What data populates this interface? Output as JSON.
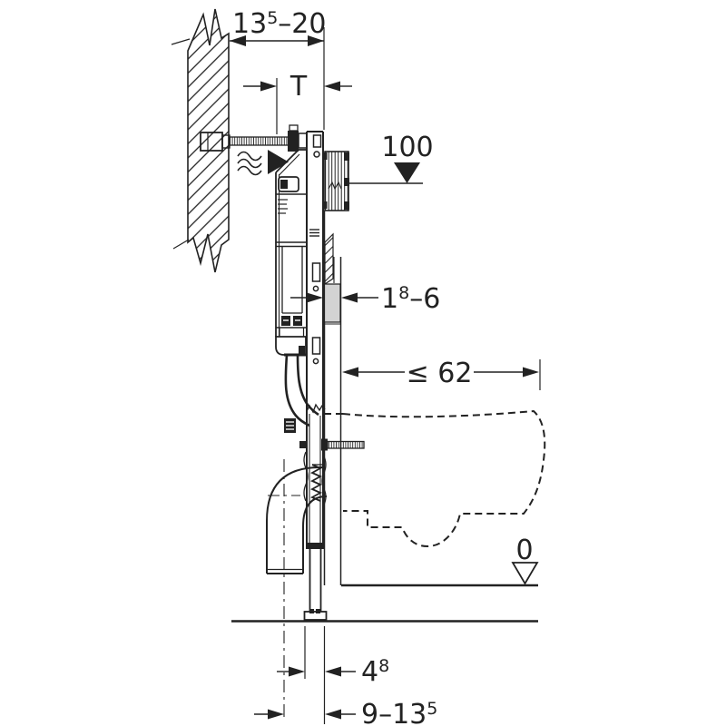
{
  "drawing": {
    "colors": {
      "line": "#222222",
      "highlight_block": "#d3d3d3",
      "background": "#ffffff"
    },
    "labels": {
      "frame_depth": {
        "main": "13",
        "sup": "5",
        "rest": "–20"
      },
      "t_depth": "T",
      "height_100": "100",
      "finish_thickness": {
        "main": "1",
        "sup": "8",
        "rest": "–6"
      },
      "bowl_depth": "≤ 62",
      "floor_zero": "0",
      "rail_depth": {
        "main": "4",
        "sup": "8",
        "rest": ""
      },
      "drain_offset": {
        "main": "9–13",
        "sup": "5",
        "rest": ""
      }
    }
  }
}
